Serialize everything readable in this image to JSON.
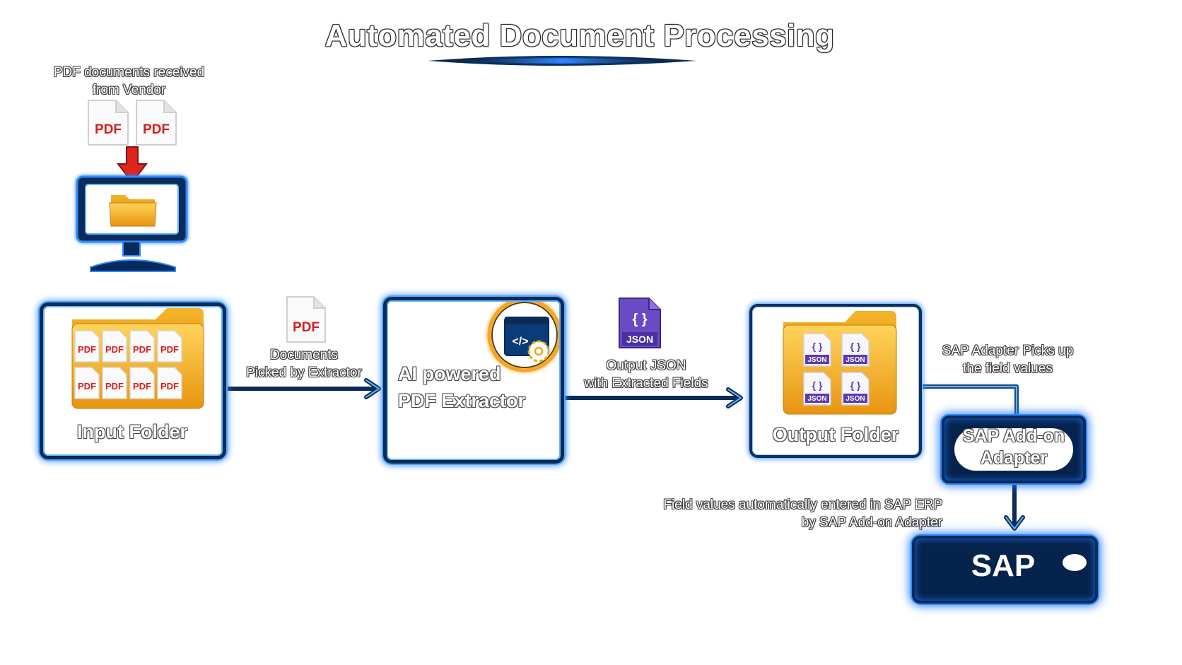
{
  "title": "Automated Document Processing",
  "vendor": {
    "caption_line1": "PDF documents received",
    "caption_line2": "from Vendor",
    "file_label": "PDF"
  },
  "input_folder": {
    "label": "Input Folder",
    "file_label": "PDF"
  },
  "step1": {
    "caption_line1": "Documents",
    "caption_line2": "Picked by Extractor",
    "file_label": "PDF"
  },
  "extractor": {
    "label_line1": "AI powered",
    "label_line2": "PDF Extractor",
    "code_symbol": "</>"
  },
  "step2": {
    "caption_line1": "Output JSON",
    "caption_line2": "with Extracted Fields",
    "file_label": "JSON",
    "brace_symbol": "{ }"
  },
  "output_folder": {
    "label": "Output Folder",
    "file_label": "JSON",
    "brace_symbol": "{ }"
  },
  "step3": {
    "caption_line1": "SAP Adapter Picks up",
    "caption_line2": "the field values"
  },
  "adapter": {
    "label_line1": "SAP Add-on",
    "label_line2": "Adapter"
  },
  "step4": {
    "caption_line1": "Field values automatically entered in SAP ERP",
    "caption_line2": "by SAP Add-on Adapter"
  },
  "sap": {
    "label": "SAP"
  },
  "colors": {
    "pdf_red": "#d91e1e",
    "json_purple": "#5a3bb0",
    "folder_gold": "#f2a51a",
    "neon_blue": "#2f86ff",
    "navy": "#0b2a55",
    "gear_gold": "#e6a817"
  },
  "icons": [
    "pdf-file-icon",
    "json-file-icon",
    "folder-icon",
    "monitor-icon",
    "down-arrow-icon",
    "code-window-icon",
    "gear-icon"
  ]
}
